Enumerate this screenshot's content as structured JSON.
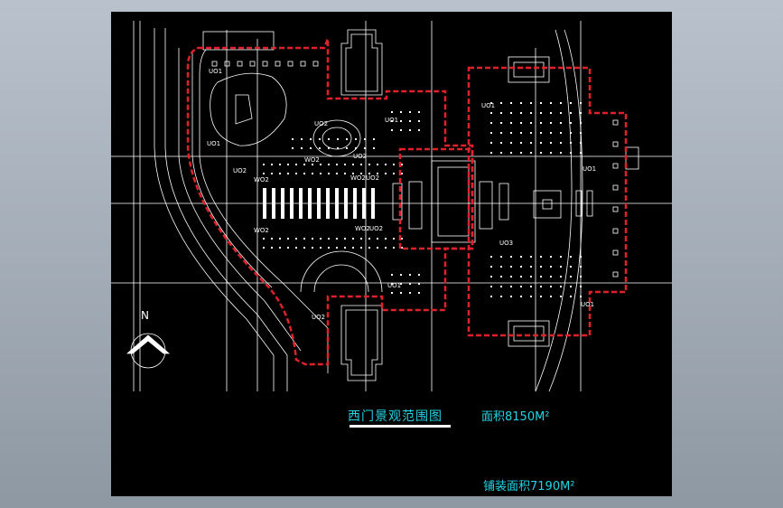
{
  "caption": {
    "title": "西门景观范围图",
    "area": "面积8150M²",
    "paving_area": "铺装面积7190M²"
  },
  "north_label": "N",
  "plan_labels": {
    "uo1": "UO1",
    "uo2": "UO2",
    "wo2": "WO2",
    "uo3": "UO3"
  },
  "colors": {
    "boundary": "#e0202a",
    "caption": "#22d3e6",
    "linework": "#ffffff",
    "background": "#000000"
  }
}
